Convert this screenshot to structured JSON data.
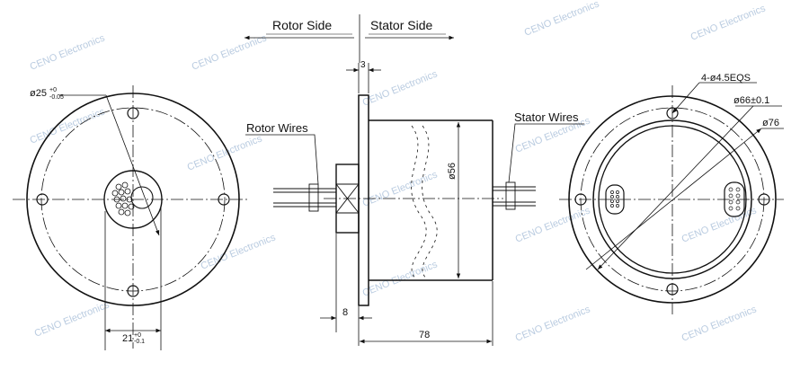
{
  "labels": {
    "rotor_side": "Rotor Side",
    "stator_side": "Stator Side",
    "rotor_wires": "Rotor Wires",
    "stator_wires": "Stator Wires",
    "dim_3": "3",
    "dim_56": "ø56",
    "dim_8": "8",
    "dim_78": "78",
    "left_bore_main": "ø25",
    "left_bore_tol_upper": "+0",
    "left_bore_tol_lower": "-0.05",
    "left_bottom_main": "21",
    "left_bottom_tol_upper": "+0",
    "left_bottom_tol_lower": "-0.1",
    "holes": "4-ø4.5EQS",
    "dim_66": "ø66±0.1",
    "dim_76": "ø76"
  },
  "watermark": "CENO Electronics",
  "colors": {
    "line": "#111111",
    "watermark": "#b9cbe0"
  }
}
